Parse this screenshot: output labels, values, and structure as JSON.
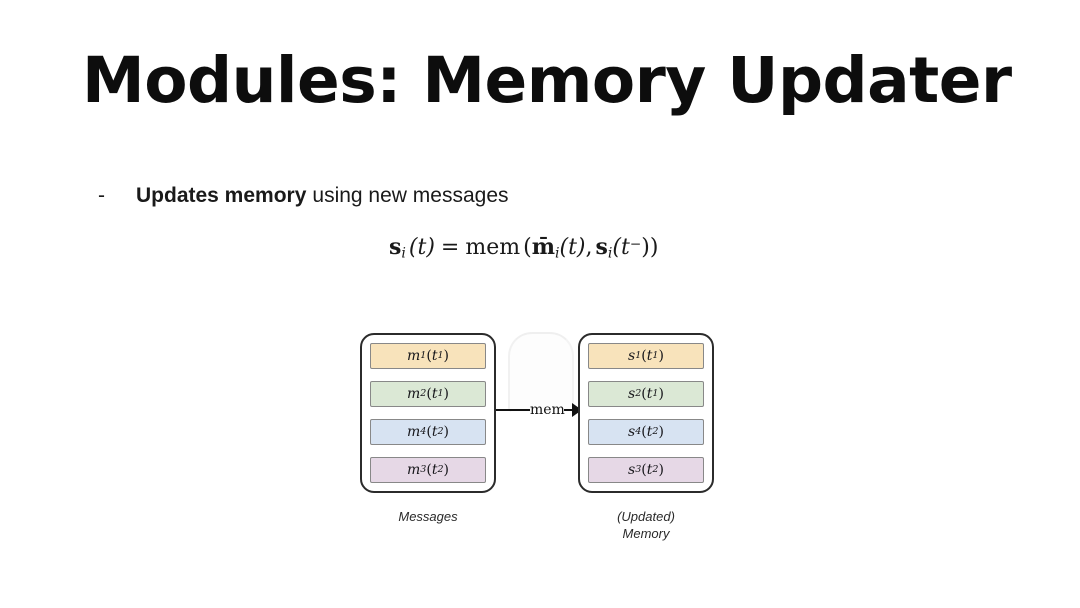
{
  "slide": {
    "title": "Modules: Memory Updater",
    "background_color": "#ffffff",
    "title_color": "#0d0d0d"
  },
  "bullet": {
    "marker": "-",
    "bold_text": "Updates memory",
    "rest_text": "using new messages"
  },
  "formula": {
    "latex": "s_i(t) = mem(m̄_i(t), s_i(t^-))",
    "plain": "s_i(t) = mem (m̄_i(t), s_i(t⁻))",
    "lhs_var": "s",
    "lhs_sub": "i",
    "lhs_arg": "(t)",
    "equals": "=",
    "function_name": "mem",
    "arg1_var": "m̄",
    "arg1_sub": "i",
    "arg1_arg": "(t)",
    "comma": ",",
    "arg2_var": "s",
    "arg2_sub": "i",
    "arg2_arg_open": "(t",
    "arg2_sup": "−",
    "arg2_arg_close": ")",
    "close_paren": ")"
  },
  "diagram": {
    "arrow_label": "mem",
    "left_caption": "Messages",
    "right_caption_line1": "(Updated)",
    "right_caption_line2": "Memory",
    "colors": {
      "orange": "#f8e3bb",
      "green": "#dbe8d5",
      "blue": "#d7e3f2",
      "purple": "#e6d8e6",
      "border": "#2b2b2b",
      "cell_border": "#888888"
    },
    "left_stack": {
      "name": "Messages",
      "cells": [
        {
          "var": "m",
          "sub": "1",
          "arg_var": "t",
          "arg_sub": "1",
          "label": "m1(t1)",
          "color": "#f8e3bb"
        },
        {
          "var": "m",
          "sub": "2",
          "arg_var": "t",
          "arg_sub": "1",
          "label": "m2(t1)",
          "color": "#dbe8d5"
        },
        {
          "var": "m",
          "sub": "4",
          "arg_var": "t",
          "arg_sub": "2",
          "label": "m4(t2)",
          "color": "#d7e3f2"
        },
        {
          "var": "m",
          "sub": "3",
          "arg_var": "t",
          "arg_sub": "2",
          "label": "m3(t2)",
          "color": "#e6d8e6"
        }
      ]
    },
    "right_stack": {
      "name": "(Updated) Memory",
      "cells": [
        {
          "var": "s",
          "sub": "1",
          "arg_var": "t",
          "arg_sub": "1",
          "label": "s1(t1)",
          "color": "#f8e3bb"
        },
        {
          "var": "s",
          "sub": "2",
          "arg_var": "t",
          "arg_sub": "1",
          "label": "s2(t1)",
          "color": "#dbe8d5"
        },
        {
          "var": "s",
          "sub": "4",
          "arg_var": "t",
          "arg_sub": "2",
          "label": "s4(t2)",
          "color": "#d7e3f2"
        },
        {
          "var": "s",
          "sub": "3",
          "arg_var": "t",
          "arg_sub": "2",
          "label": "s3(t2)",
          "color": "#e6d8e6"
        }
      ]
    }
  }
}
